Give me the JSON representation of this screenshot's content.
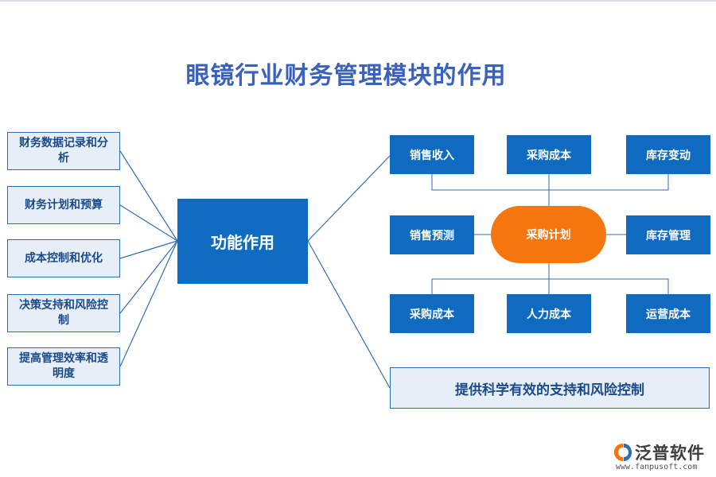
{
  "title": "眼镜行业财务管理模块的作用",
  "left_items": [
    {
      "label": "财务数据记录和分析"
    },
    {
      "label": "财务计划和预算"
    },
    {
      "label": "成本控制和优化"
    },
    {
      "label": "决策支持和风险控制"
    },
    {
      "label": "提高管理效率和透明度"
    }
  ],
  "center_label": "功能作用",
  "hub_label": "采购计划",
  "top_row": [
    "销售收入",
    "采购成本",
    "库存变动"
  ],
  "middle_row": {
    "left": "销售预测",
    "right": "库存管理"
  },
  "bottom_row": [
    "采购成本",
    "人力成本",
    "运营成本"
  ],
  "bottom_banner": "提供科学有效的支持和风险控制",
  "logo": {
    "name": "泛普软件",
    "url": "www.fanpusoft.com"
  },
  "colors": {
    "primary": "#0f6bbf",
    "accent": "#f5750f",
    "light": "#e6eef8",
    "title": "#3a62b8"
  }
}
